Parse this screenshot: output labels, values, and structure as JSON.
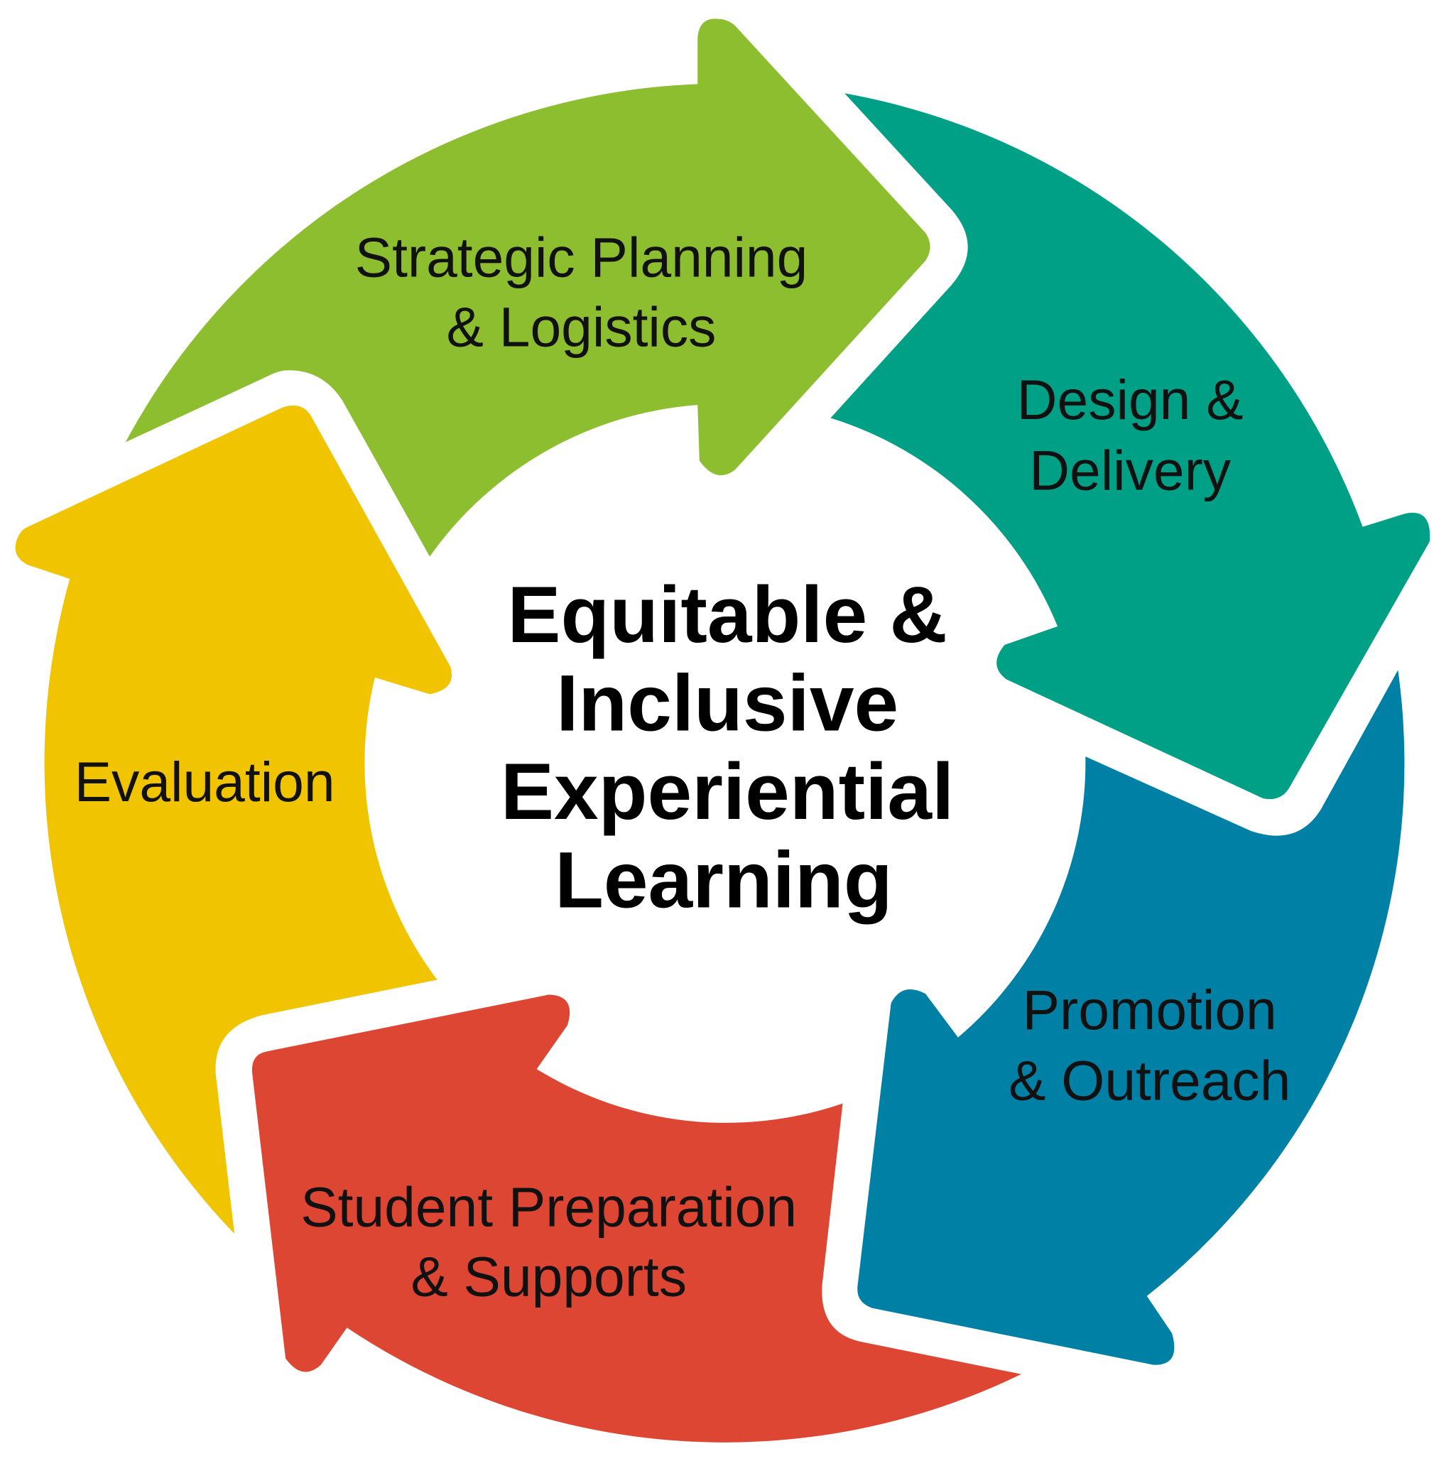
{
  "center_title": [
    "Equitable &",
    "Inclusive",
    "Experiential",
    "Learning"
  ],
  "stages": [
    {
      "id": "strategic-planning",
      "lines": [
        "Strategic Planning",
        "& Logistics"
      ],
      "color": "#8DBE2F"
    },
    {
      "id": "design-delivery",
      "lines": [
        "Design &",
        "Delivery"
      ],
      "color": "#00A086"
    },
    {
      "id": "promotion-outreach",
      "lines": [
        "Promotion",
        "& Outreach"
      ],
      "color": "#0080A4"
    },
    {
      "id": "student-preparation",
      "lines": [
        "Student Preparation",
        "& Supports"
      ],
      "color": "#DE4634"
    },
    {
      "id": "evaluation",
      "lines": [
        "Evaluation"
      ],
      "color": "#F0C400"
    }
  ]
}
